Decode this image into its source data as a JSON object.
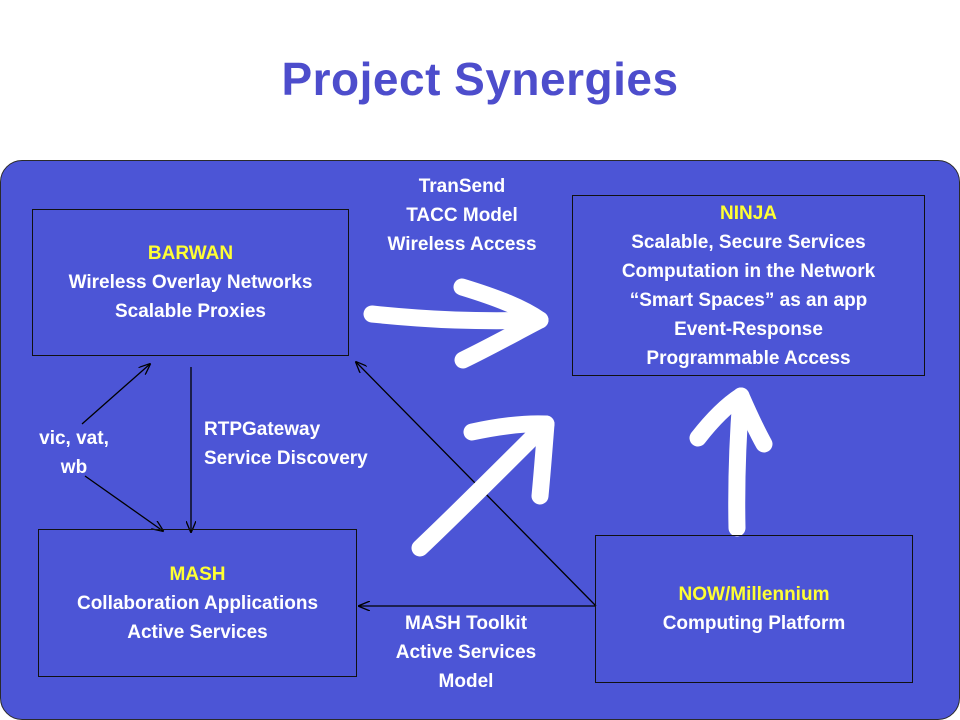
{
  "title": "Project Synergies",
  "boxes": {
    "barwan": {
      "heading": "BARWAN",
      "lines": [
        "Wireless Overlay Networks",
        "Scalable Proxies"
      ]
    },
    "ninja": {
      "heading": "NINJA",
      "lines": [
        "Scalable, Secure Services",
        "Computation in the Network",
        "“Smart Spaces” as an app",
        "Event-Response",
        "Programmable Access"
      ]
    },
    "mash": {
      "heading": "MASH",
      "lines": [
        "Collaboration Applications",
        "Active Services"
      ]
    },
    "now": {
      "heading": "NOW/Millennium",
      "lines": [
        "Computing Platform"
      ]
    }
  },
  "labels": {
    "transend": [
      "TranSend",
      "TACC Model",
      "Wireless Access"
    ],
    "rtpgateway": [
      "RTPGateway",
      "Service Discovery"
    ],
    "vicvat": [
      "vic, vat,",
      "wb"
    ],
    "mashtoolkit": [
      "MASH Toolkit",
      "Active Services",
      "Model"
    ]
  },
  "colors": {
    "title": "#4d4dcc",
    "panel": "#4c55d6",
    "heading_text": "#ffff33",
    "body_text": "#ffffff"
  }
}
